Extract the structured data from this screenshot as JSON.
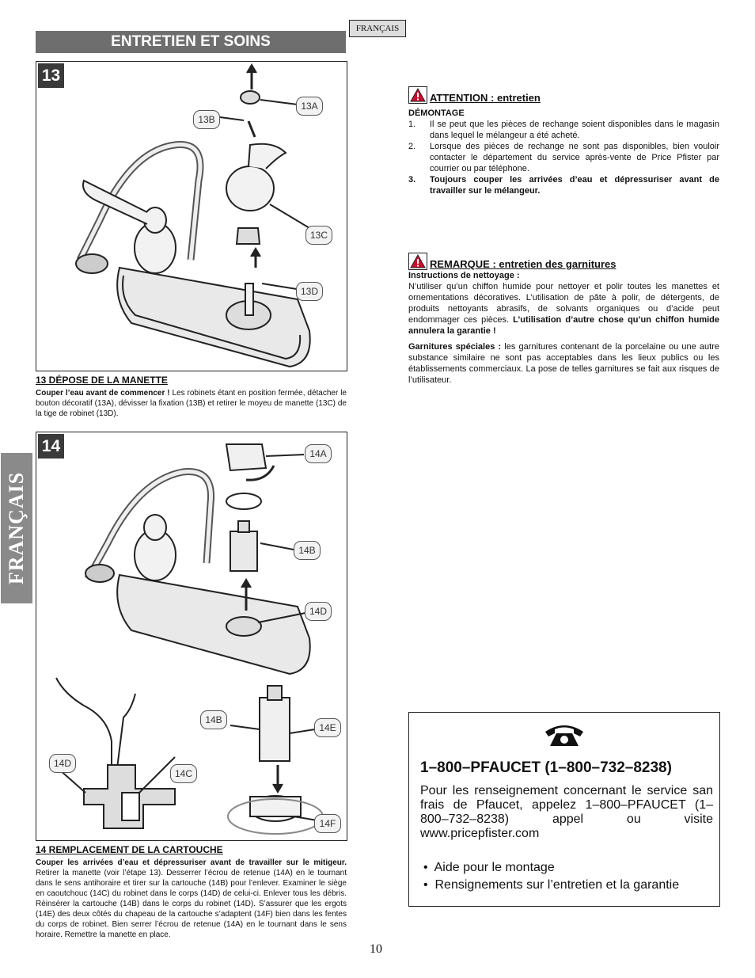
{
  "header": {
    "lang_tag": "FRANÇAIS",
    "section_title": "ENTRETIEN ET SOINS",
    "side_tab": "FRANÇAIS"
  },
  "figure13": {
    "number": "13",
    "callouts": {
      "a": "13A",
      "b": "13B",
      "c": "13C",
      "d": "13D"
    },
    "caption_title": "13  DÉPOSE DE LA MANETTE",
    "caption_bold": "Couper l’eau avant de commencer !",
    "caption_text": "Les robinets étant en position fermée, détacher le bouton décoratif (13A), dévisser la fixation (13B) et retirer le moyeu de manette (13C) de la tige de robinet (13D)."
  },
  "figure14": {
    "number": "14",
    "callouts": {
      "a": "14A",
      "b": "14B",
      "d": "14D",
      "b2": "14B",
      "e": "14E",
      "d2": "14D",
      "c": "14C",
      "f": "14F"
    },
    "caption_title": "14  REMPLACEMENT DE LA CARTOUCHE",
    "caption_bold": "Couper les arrivées d’eau et dépressuriser avant de travailler sur le mitigeur.",
    "caption_text": "Retirer la manette (voir l’étape 13).  Desserrer l’écrou de retenue (14A) en le tournant dans le sens antihoraire et tirer sur la cartouche (14B) pour l’enlever.  Examiner le siège en caoutchouc  (14C) du robinet dans le corps (14D) de celui-ci. Enlever tous les débris. Réinsérer la cartouche (14B) dans le corps du robinet (14D). S’assurer que les ergots (14E) des deux côtés du chapeau de la cartouche s’adaptent (14F) bien dans les fentes du corps de robinet. Bien serrer l’écrou de retenue (14A) en le tournant dans le sens horaire.  Remettre la manette en place."
  },
  "attention": {
    "title": "ATTENTION : entretien",
    "subtitle": "DÉMONTAGE",
    "items": [
      {
        "n": "1.",
        "text": "Il se peut que les pièces de rechange soient disponibles dans le magasin dans lequel le mélangeur a été acheté."
      },
      {
        "n": "2.",
        "text": "Lorsque des pièces de rechange ne sont pas disponibles, bien vouloir contacter le département du service après-vente de Price Pfister par courrier ou par téléphone."
      },
      {
        "n": "3.",
        "text": "Toujours couper les arrivées d’eau et dépressuriser avant de travailler sur le mélangeur."
      }
    ]
  },
  "remarque": {
    "title": "REMARQUE : entretien des garnitures",
    "subtitle": "Instructions de nettoyage :",
    "para1": "N’utiliser qu’un chiffon humide pour nettoyer et polir toutes les manettes et ornementations décoratives. L’utilisation de pâte à polir, de détergents, de produits nettoyants abrasifs, de solvants organiques ou d’acide peut endommager ces pièces.",
    "para1_bold": "L’utilisation d’autre chose qu’un chiffon humide annulera la garantie !",
    "para2_bold": "Garnitures spéciales :",
    "para2": "les garnitures contenant de la porcelaine ou une autre substance similaire ne sont pas acceptables dans les lieux publics ou les établissements commerciaux. La pose de telles garnitures se fait aux risques de l’utilisateur."
  },
  "contact": {
    "phone": "1–800–PFAUCET (1–800–732–8238)",
    "text": "Pour les renseignement concernant le service san frais de Pfaucet, appelez 1–800–PFAUCET (1–800–732–8238) appel ou visite www.pricepfister.com",
    "bullets": [
      "Aide pour le montage",
      "Rensignements sur l’entretien et la garantie"
    ]
  },
  "page_number": "10"
}
